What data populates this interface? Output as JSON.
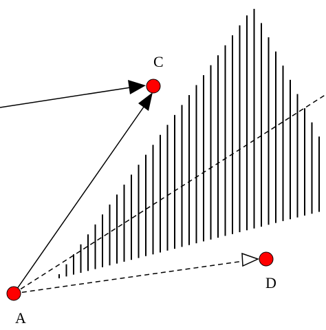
{
  "diagram": {
    "points": {
      "A": {
        "label": "A",
        "color": "#ff0000"
      },
      "C": {
        "label": "C",
        "color": "#ff0000"
      },
      "D": {
        "label": "D",
        "color": "#ff0000"
      }
    },
    "colors": {
      "stroke": "#000000",
      "background": "#ffffff",
      "point_fill": "#ff0000"
    }
  }
}
